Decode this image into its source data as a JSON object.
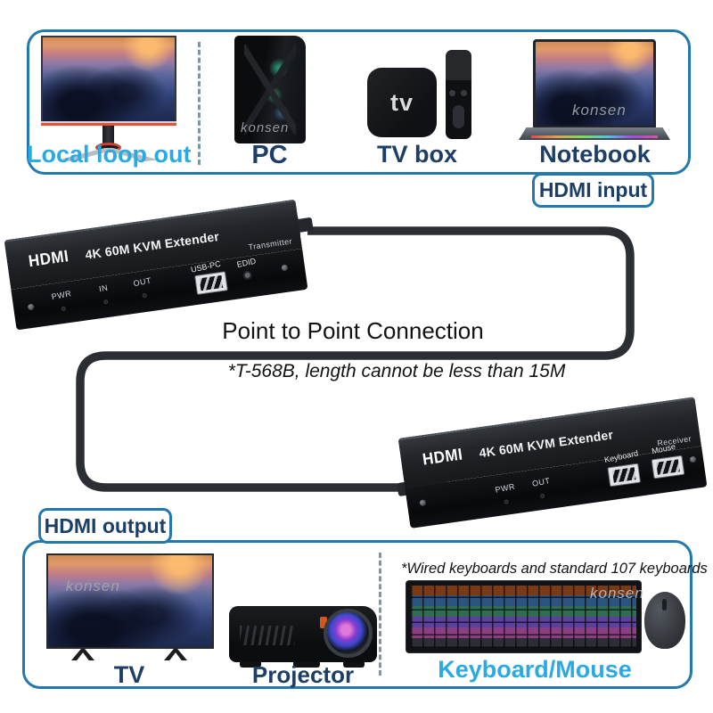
{
  "watermark": {
    "text": "konsen"
  },
  "colors": {
    "accent_blue": "#2379ae",
    "label_navy": "#1d3f66",
    "label_cyan": "#2aaae2",
    "cable": "#2b2e32"
  },
  "top_panel": {
    "local_loop_out_label": "Local loop out",
    "pc_label": "PC",
    "tv_box_label": "TV box",
    "tv_box_glyph": "tv",
    "notebook_label": "Notebook",
    "input_tab_label": "HDMI input"
  },
  "transmitter": {
    "brand": "HDMI",
    "title": "4K 60M KVM Extender",
    "role": "Transmitter",
    "usb_port_label": "USB-PC",
    "edid_label": "EDID",
    "pwr_label": "PWR",
    "in_label": "IN",
    "out_label": "OUT"
  },
  "connection": {
    "title": "Point to Point Connection",
    "note": "*T-568B, length cannot be less than 15M"
  },
  "receiver": {
    "brand": "HDMI",
    "title": "4K 60M KVM Extender",
    "role": "Receiver",
    "keyboard_port_label": "Keyboard",
    "mouse_port_label": "Mouse",
    "pwr_label": "PWR",
    "out_label": "OUT"
  },
  "bottom_panel": {
    "output_tab_label": "HDMI output",
    "tv_label": "TV",
    "projector_label": "Projector",
    "keyboard_mouse_label": "Keyboard/Mouse",
    "keyboard_note": "*Wired keyboards and standard 107 keyboards"
  }
}
